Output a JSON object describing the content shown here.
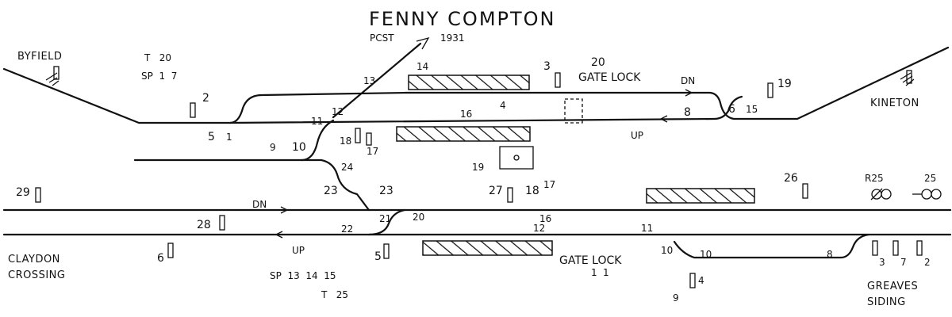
{
  "title": "FENNY COMPTON",
  "subtitle_left": "PCST",
  "subtitle_year": "1931",
  "places": {
    "byfield": "BYFIELD",
    "kineton": "KINETON",
    "claydon_1": "CLAYDON",
    "claydon_2": "CROSSING",
    "greaves_1": "GREAVES",
    "greaves_2": "SIDING"
  },
  "counts_upper": {
    "t": "T   20",
    "sp": "SP  1  7"
  },
  "counts_lower": {
    "t": "T   25",
    "sp": "SP  13  14  15"
  },
  "gate_lock_upper": "GATE LOCK",
  "gate_lock_upper_num": "20",
  "gate_lock_lower": "GATE LOCK",
  "gate_lock_lower_num": "1",
  "directions": {
    "dn_upper": "DN",
    "up_upper": "UP",
    "dn_mid": "DN",
    "up_lower": "UP"
  },
  "upper_numbers": {
    "n2": "2",
    "n5": "5",
    "n1": "1",
    "n11": "11",
    "n12": "12",
    "n13": "13",
    "n14": "14",
    "n3": "3",
    "n16": "16",
    "n4": "4",
    "n8": "8",
    "n6": "6",
    "n15": "15",
    "n19": "19",
    "n10": "10",
    "n9": "9",
    "n18": "18",
    "n17": "17",
    "n24": "24",
    "n19b": "19"
  },
  "lower_numbers": {
    "n23a": "23",
    "n23b": "23",
    "n27": "27",
    "n18": "18",
    "n17": "17",
    "n26": "26",
    "r25": "R25",
    "n25": "25",
    "n29": "29",
    "n28": "28",
    "n22": "22",
    "n21": "21",
    "n20": "20",
    "n16": "16",
    "n12": "12",
    "n11": "11",
    "n6": "6",
    "n5": "5",
    "n9": "9",
    "n10a": "10",
    "n10b": "10",
    "n8": "8",
    "n4": "4",
    "n3": "3",
    "n2": "2",
    "n7": "7",
    "n1": "1"
  }
}
